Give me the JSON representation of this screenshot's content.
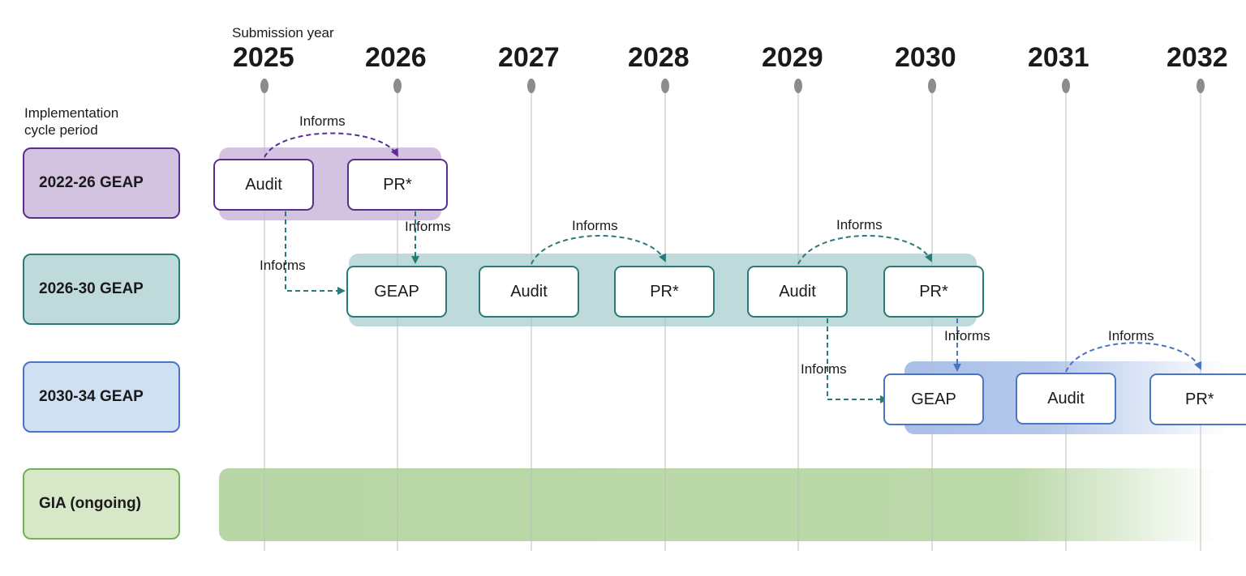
{
  "header": {
    "submission_year_label": "Submission year",
    "implementation_label_line1": "Implementation",
    "implementation_label_line2": "cycle period"
  },
  "years": [
    "2025",
    "2026",
    "2027",
    "2028",
    "2029",
    "2030",
    "2031",
    "2032"
  ],
  "rows": [
    {
      "label": "2022-26 GEAP",
      "color": "#5b2d8e",
      "fill": "#d3c2e0"
    },
    {
      "label": "2026-30 GEAP",
      "color": "#2a7a7a",
      "fill": "#bfdada"
    },
    {
      "label": "2030-34 GEAP",
      "color": "#4a74c4",
      "fill": "#cfe0f2"
    },
    {
      "label": "GIA (ongoing)",
      "color": "#72b352",
      "fill": "#d6e8c8"
    }
  ],
  "boxes": {
    "r1_audit": "Audit",
    "r1_pr": "PR*",
    "r2_geap": "GEAP",
    "r2_audit1": "Audit",
    "r2_pr1": "PR*",
    "r2_audit2": "Audit",
    "r2_pr2": "PR*",
    "r3_geap": "GEAP",
    "r3_audit": "Audit",
    "r3_pr": "PR*"
  },
  "connectors": {
    "informs": "Informs"
  }
}
